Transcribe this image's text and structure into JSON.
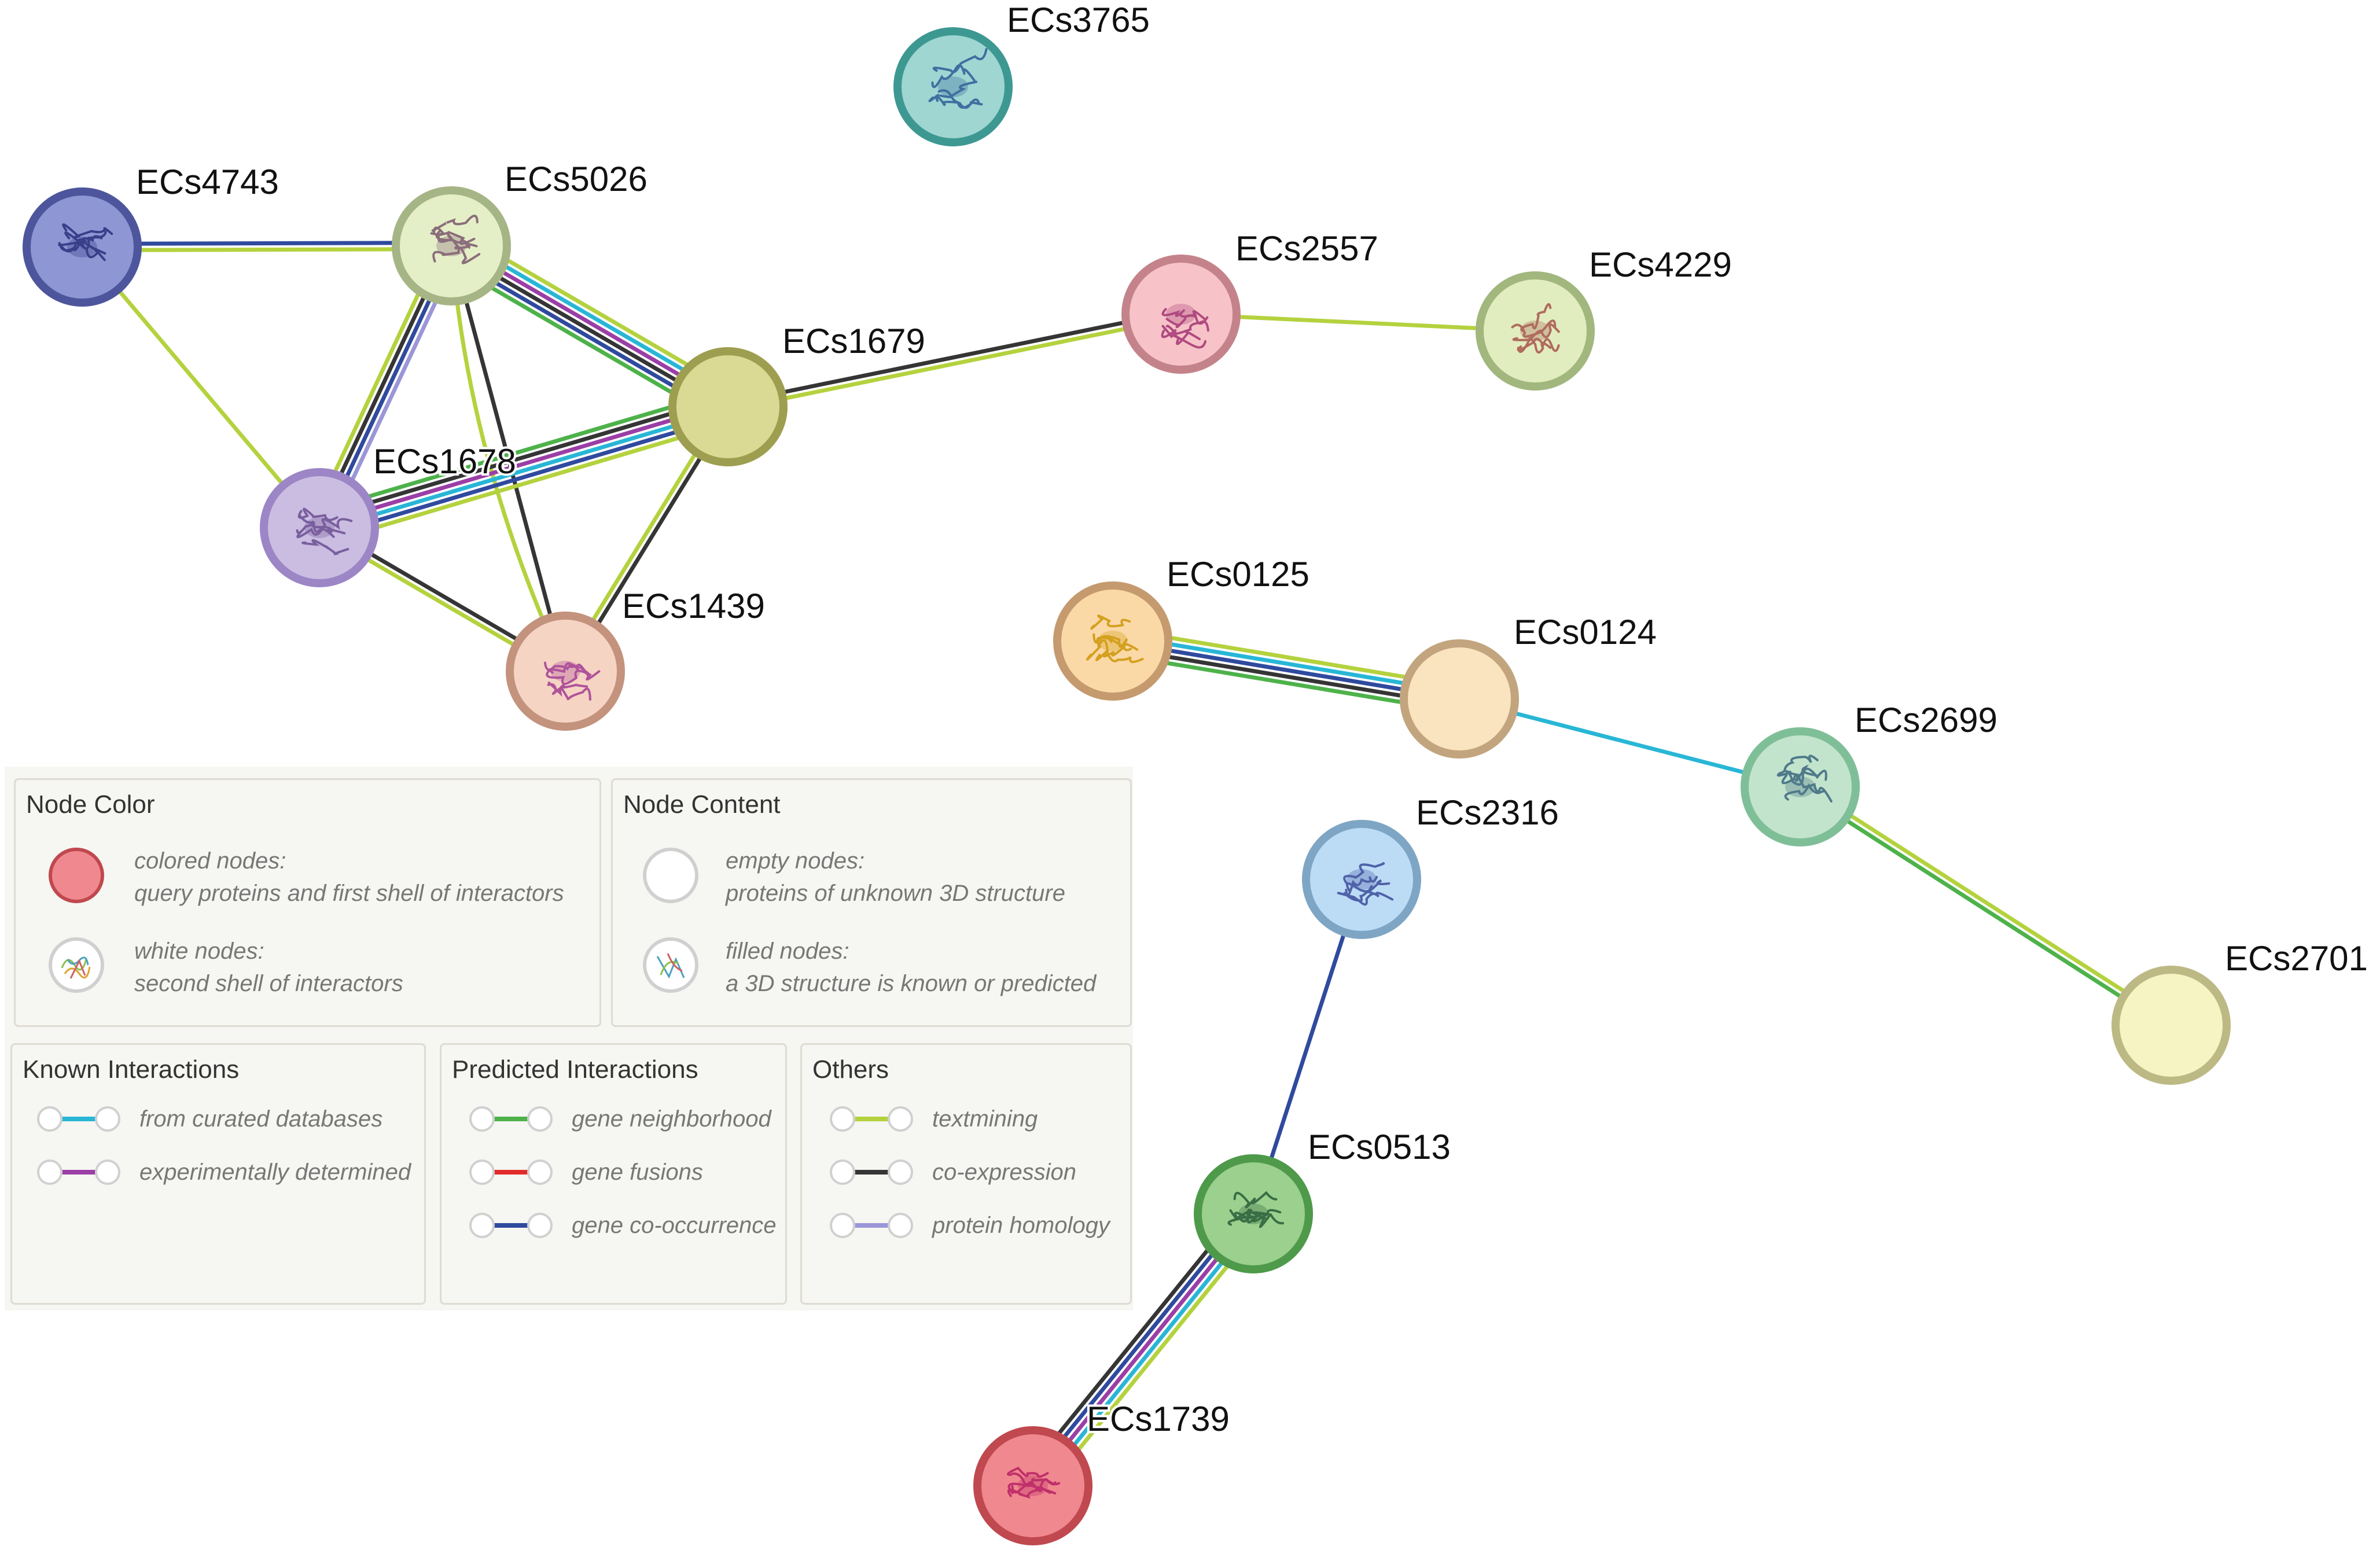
{
  "nodes": [
    {
      "id": "ECs3765",
      "label": "ECs3765",
      "fill": "#9fd6d2",
      "border": "#3e9892",
      "icon": "protein-structure-icon",
      "structure_color": "#3f6fa0"
    },
    {
      "id": "ECs4743",
      "label": "ECs4743",
      "fill": "#8e97d4",
      "border": "#4d569c",
      "icon": "protein-structure-icon",
      "structure_color": "#3b3f8a"
    },
    {
      "id": "ECs5026",
      "label": "ECs5026",
      "fill": "#e5efc7",
      "border": "#a6b585",
      "icon": "protein-structure-icon",
      "structure_color": "#8a6e7a"
    },
    {
      "id": "ECs1679",
      "label": "ECs1679",
      "fill": "#dada95",
      "border": "#9e9e50",
      "icon": "empty-node-icon",
      "structure_color": ""
    },
    {
      "id": "ECs2557",
      "label": "ECs2557",
      "fill": "#f7c3c8",
      "border": "#c4838a",
      "icon": "protein-structure-icon",
      "structure_color": "#b04a80"
    },
    {
      "id": "ECs4229",
      "label": "ECs4229",
      "fill": "#e2edbf",
      "border": "#a2b77d",
      "icon": "protein-structure-icon",
      "structure_color": "#b06c5e"
    },
    {
      "id": "ECs1678",
      "label": "ECs1678",
      "fill": "#cabde1",
      "border": "#9d86c6",
      "icon": "protein-structure-icon",
      "structure_color": "#7a5f9e"
    },
    {
      "id": "ECs1439",
      "label": "ECs1439",
      "fill": "#f6d4c4",
      "border": "#c3937d",
      "icon": "protein-structure-icon",
      "structure_color": "#b0539a"
    },
    {
      "id": "ECs0125",
      "label": "ECs0125",
      "fill": "#fbd9a7",
      "border": "#c49a6e",
      "icon": "protein-structure-icon",
      "structure_color": "#d4a020"
    },
    {
      "id": "ECs0124",
      "label": "ECs0124",
      "fill": "#fae3bf",
      "border": "#c2a57e",
      "icon": "empty-node-icon",
      "structure_color": ""
    },
    {
      "id": "ECs2699",
      "label": "ECs2699",
      "fill": "#c3e4cc",
      "border": "#7fbf98",
      "icon": "protein-structure-icon",
      "structure_color": "#4f7a8a"
    },
    {
      "id": "ECs2316",
      "label": "ECs2316",
      "fill": "#bcdcf6",
      "border": "#7ea6c4",
      "icon": "protein-structure-icon",
      "structure_color": "#4f62a8"
    },
    {
      "id": "ECs2701",
      "label": "ECs2701",
      "fill": "#f7f4c4",
      "border": "#bdb984",
      "icon": "empty-node-icon",
      "structure_color": ""
    },
    {
      "id": "ECs0513",
      "label": "ECs0513",
      "fill": "#9cd08e",
      "border": "#4e9a4a",
      "icon": "protein-structure-icon",
      "structure_color": "#3a6e45"
    },
    {
      "id": "ECs1739",
      "label": "ECs1739",
      "fill": "#f0888f",
      "border": "#c0484f",
      "icon": "protein-structure-icon",
      "structure_color": "#c0306a"
    }
  ],
  "edges": [
    {
      "source": "ECs4743",
      "target": "ECs5026",
      "colors": [
        "#2f4a9e",
        "#b4d23e"
      ]
    },
    {
      "source": "ECs4743",
      "target": "ECs1678",
      "colors": [
        "#b4d23e"
      ]
    },
    {
      "source": "ECs5026",
      "target": "ECs1679",
      "colors": [
        "#b4d23e",
        "#29b6d6",
        "#9b3ea6",
        "#353535",
        "#2f4a9e",
        "#4db24a"
      ]
    },
    {
      "source": "ECs5026",
      "target": "ECs1678",
      "colors": [
        "#9b96d8",
        "#2f4a9e",
        "#353535",
        "#b4d23e"
      ]
    },
    {
      "source": "ECs5026",
      "target": "ECs1439",
      "colors": [
        "#353535"
      ]
    },
    {
      "source": "ECs5026",
      "target": "ECs1439",
      "colors": [
        "#b4d23e"
      ],
      "variant": "curved"
    },
    {
      "source": "ECs1678",
      "target": "ECs1679",
      "colors": [
        "#4db24a",
        "#353535",
        "#9b3ea6",
        "#29b6d6",
        "#2f4a9e",
        "#b4d23e"
      ]
    },
    {
      "source": "ECs1678",
      "target": "ECs1439",
      "colors": [
        "#353535",
        "#b4d23e"
      ]
    },
    {
      "source": "ECs1679",
      "target": "ECs1439",
      "colors": [
        "#353535",
        "#b4d23e"
      ]
    },
    {
      "source": "ECs1679",
      "target": "ECs2557",
      "colors": [
        "#353535",
        "#b4d23e"
      ]
    },
    {
      "source": "ECs2557",
      "target": "ECs4229",
      "colors": [
        "#b4d23e"
      ]
    },
    {
      "source": "ECs0125",
      "target": "ECs0124",
      "colors": [
        "#b4d23e",
        "#29b6d6",
        "#2f4a9e",
        "#353535",
        "#4db24a"
      ]
    },
    {
      "source": "ECs0124",
      "target": "ECs2699",
      "colors": [
        "#29b6d6"
      ]
    },
    {
      "source": "ECs2699",
      "target": "ECs2701",
      "colors": [
        "#b4d23e",
        "#4db24a"
      ]
    },
    {
      "source": "ECs2316",
      "target": "ECs0513",
      "colors": [
        "#2f4a9e"
      ]
    },
    {
      "source": "ECs0513",
      "target": "ECs1739",
      "colors": [
        "#b4d23e",
        "#29b6d6",
        "#9b3ea6",
        "#2f4a9e",
        "#353535"
      ]
    }
  ],
  "legend": {
    "node_color": {
      "title": "Node Color",
      "colored_title": "colored nodes:",
      "colored_desc": "query proteins and first shell of interactors",
      "white_title": "white nodes:",
      "white_desc": "second shell of interactors",
      "colored_swatch": "#f0888f"
    },
    "node_content": {
      "title": "Node Content",
      "empty_title": "empty nodes:",
      "empty_desc": "proteins of unknown 3D structure",
      "filled_title": "filled nodes:",
      "filled_desc": "a 3D structure is known or predicted"
    },
    "known": {
      "title": "Known Interactions",
      "items": [
        {
          "label": "from curated databases",
          "color": "#29b6d6"
        },
        {
          "label": "experimentally determined",
          "color": "#9b3ea6"
        }
      ]
    },
    "predicted": {
      "title": "Predicted Interactions",
      "items": [
        {
          "label": "gene neighborhood",
          "color": "#4db24a"
        },
        {
          "label": "gene fusions",
          "color": "#e32a2a"
        },
        {
          "label": "gene co-occurrence",
          "color": "#2f4a9e"
        }
      ]
    },
    "others": {
      "title": "Others",
      "items": [
        {
          "label": "textmining",
          "color": "#b4d23e"
        },
        {
          "label": "co-expression",
          "color": "#353535"
        },
        {
          "label": "protein homology",
          "color": "#9b96d8"
        }
      ]
    }
  }
}
